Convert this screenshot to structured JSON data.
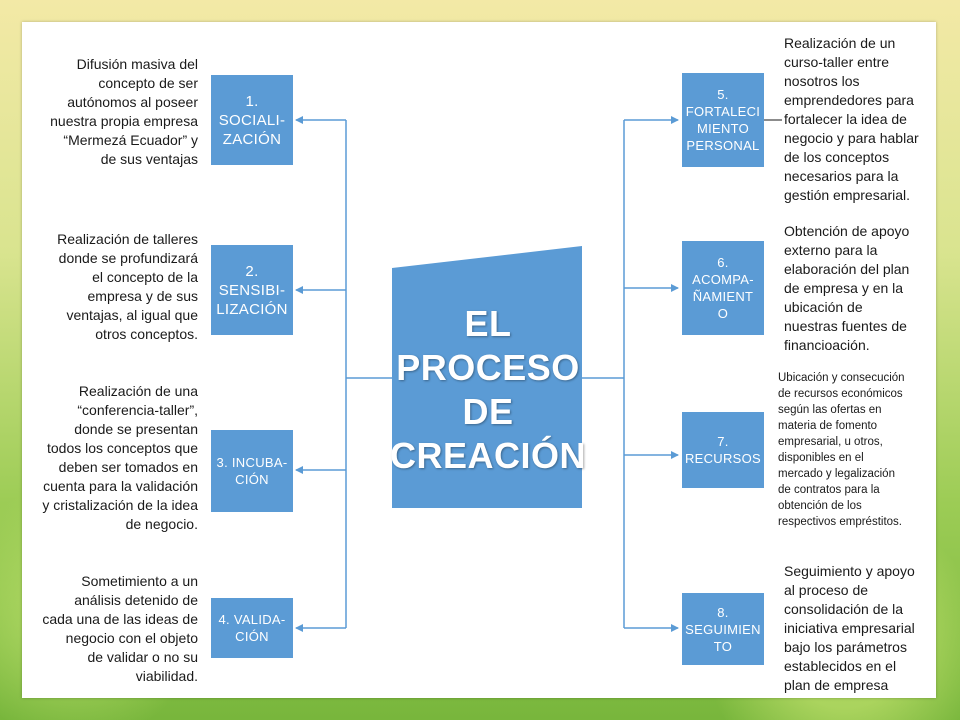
{
  "center": {
    "title": "EL\nPROCESO\nDE\nCREACIÓN"
  },
  "left_steps": [
    {
      "label": "1.\nSOCIALI-\nZACIÓN",
      "description": "Difusión masiva del\nconcepto de ser\nautónomos al poseer\nnuestra propia empresa\n“Mermezá Ecuador” y\nde sus ventajas"
    },
    {
      "label": "2.\nSENSIBI-\nLIZACIÓN",
      "description": "Realización de talleres\ndonde se profundizará\nel concepto de la\nempresa y de sus\nventajas, al igual que\notros conceptos."
    },
    {
      "label": "3. INCUBA-\nCIÓN",
      "description": "Realización de una\n“conferencia-taller”,\ndonde se presentan\ntodos los conceptos que\ndeben ser tomados en\ncuenta para la validación\ny cristalización de la idea\nde negocio."
    },
    {
      "label": "4. VALIDA-\nCIÓN",
      "description": "Sometimiento a un\nanálisis detenido de\ncada una de las ideas de\nnegocio con el objeto\nde validar o no su\nviabilidad."
    }
  ],
  "right_steps": [
    {
      "label": "5.\nFORTALECI\nMIENTO\nPERSONAL",
      "description": "Realización de un\ncurso-taller entre\nnosotros los\nemprendedores para\nfortalecer la idea de\nnegocio y para hablar\nde los conceptos\nnecesarios para la\ngestión empresarial."
    },
    {
      "label": "6.\nACOMPA-\nÑAMIENT\nO",
      "description": "Obtención de apoyo\nexterno para la\nelaboración del plan\nde empresa y en la\nubicación de\nnuestras fuentes de\nfinancioación."
    },
    {
      "label": "7.\nRECURSOS",
      "description": "Ubicación y consecución\nde recursos económicos\nsegún las ofertas en\nmateria de fomento\nempresarial, u otros,\ndisponibles en el\nmercado y legalización\nde contratos para la\nobtención de los\nrespectivos empréstitos."
    },
    {
      "label": "8.\nSEGUIMIEN\nTO",
      "description": "Seguimiento y apoyo\nal proceso de\nconsolidación de la\niniciativa empresarial\nbajo los parámetros\nestablecidos en el\nplan de empresa"
    }
  ],
  "colors": {
    "box": "#5b9bd5",
    "line": "#5b9bd5",
    "text": "#1a1a1a"
  }
}
